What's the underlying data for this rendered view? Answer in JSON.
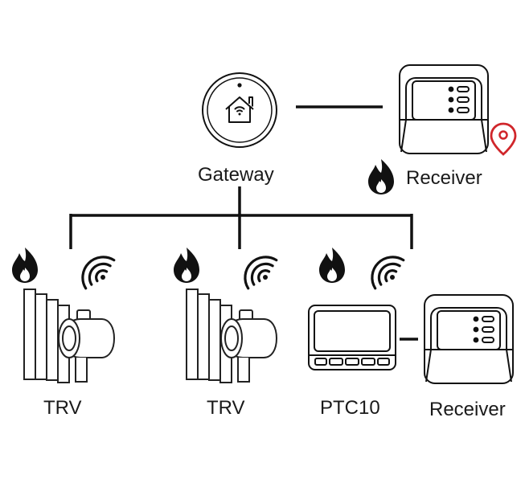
{
  "gateway": {
    "label": "Gateway",
    "icon": "home-wifi-icon"
  },
  "receiver_top": {
    "label": "Receiver",
    "status_icon": "flame-icon",
    "marker_icon": "location-pin-icon"
  },
  "devices": [
    {
      "label": "TRV",
      "icon": "radiator-valve-icon",
      "status_icon": "flame-icon",
      "signal_icon": "wireless-signal-icon"
    },
    {
      "label": "TRV",
      "icon": "radiator-valve-icon",
      "status_icon": "flame-icon",
      "signal_icon": "wireless-signal-icon"
    },
    {
      "label": "PTC10",
      "icon": "thermostat-icon",
      "status_icon": "flame-icon",
      "signal_icon": "wireless-signal-icon"
    }
  ],
  "receiver_bottom": {
    "label": "Receiver"
  },
  "colors": {
    "line": "#111111",
    "pin": "#d0262b",
    "flame": "#111111"
  }
}
